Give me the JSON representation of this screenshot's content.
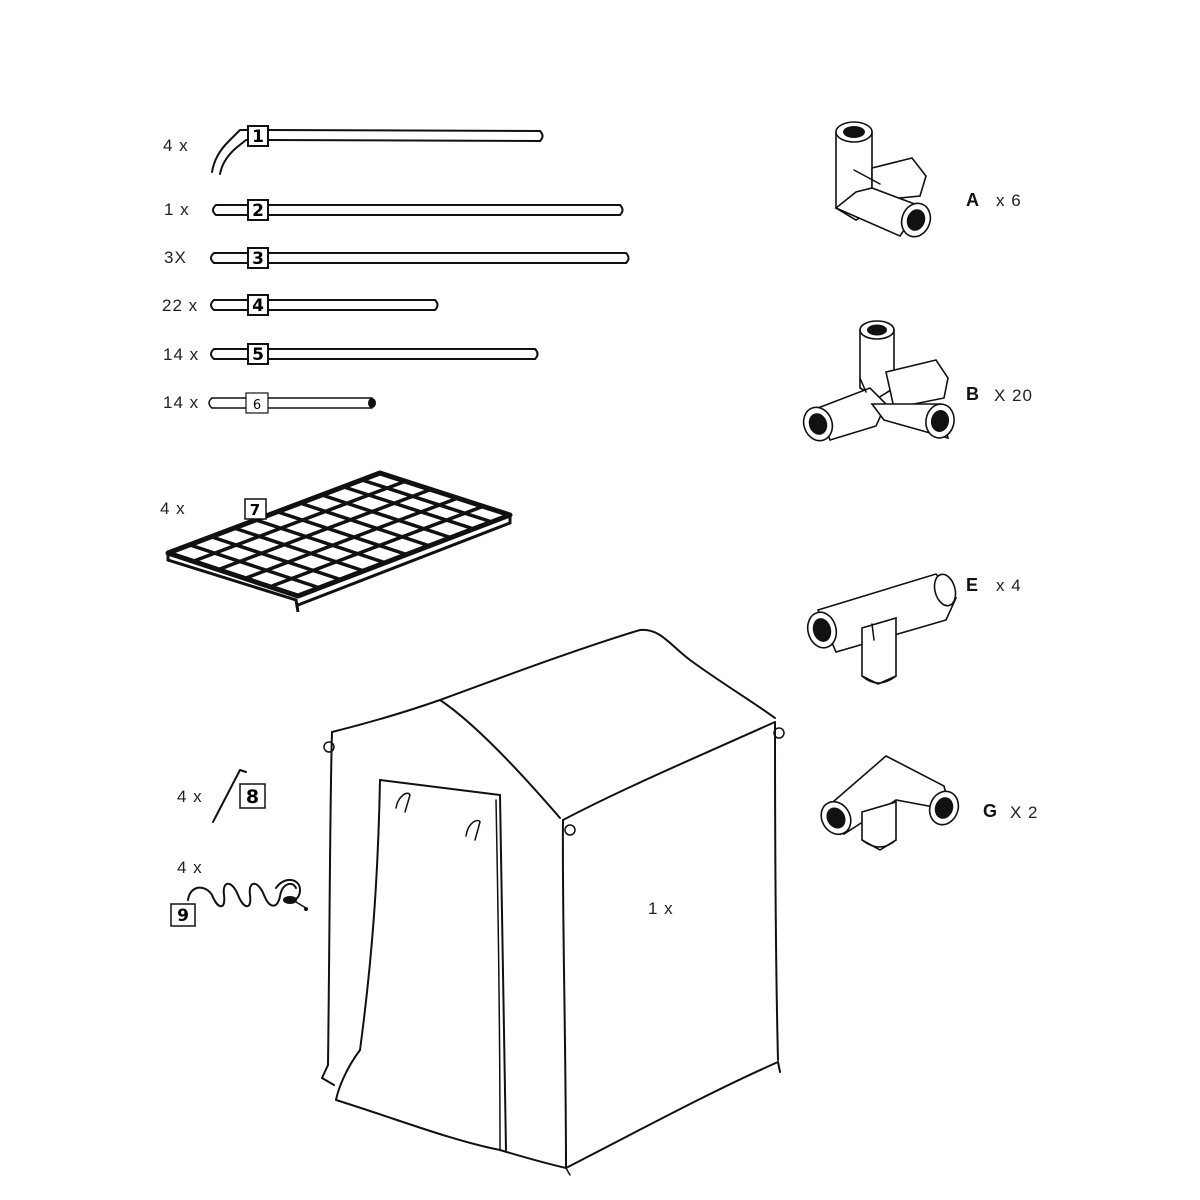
{
  "parts": {
    "p1": {
      "number": "1",
      "quantity": "4 x"
    },
    "p2": {
      "number": "2",
      "quantity": "1 x"
    },
    "p3": {
      "number": "3",
      "quantity": "3X"
    },
    "p4": {
      "number": "4",
      "quantity": "22 x"
    },
    "p5": {
      "number": "5",
      "quantity": "14 x"
    },
    "p6": {
      "number": "6",
      "quantity": "14 x"
    },
    "p7": {
      "number": "7",
      "quantity": "4 x"
    },
    "p8": {
      "number": "8",
      "quantity": "4 x"
    },
    "p9": {
      "number": "9",
      "quantity": "4 x"
    },
    "cover": {
      "quantity": "1 x"
    }
  },
  "connectors": {
    "A": {
      "letter": "A",
      "quantity": "x 6"
    },
    "B": {
      "letter": "B",
      "quantity": "X 20"
    },
    "E": {
      "letter": "E",
      "quantity": "x 4"
    },
    "G": {
      "letter": "G",
      "quantity": "X 2"
    }
  }
}
